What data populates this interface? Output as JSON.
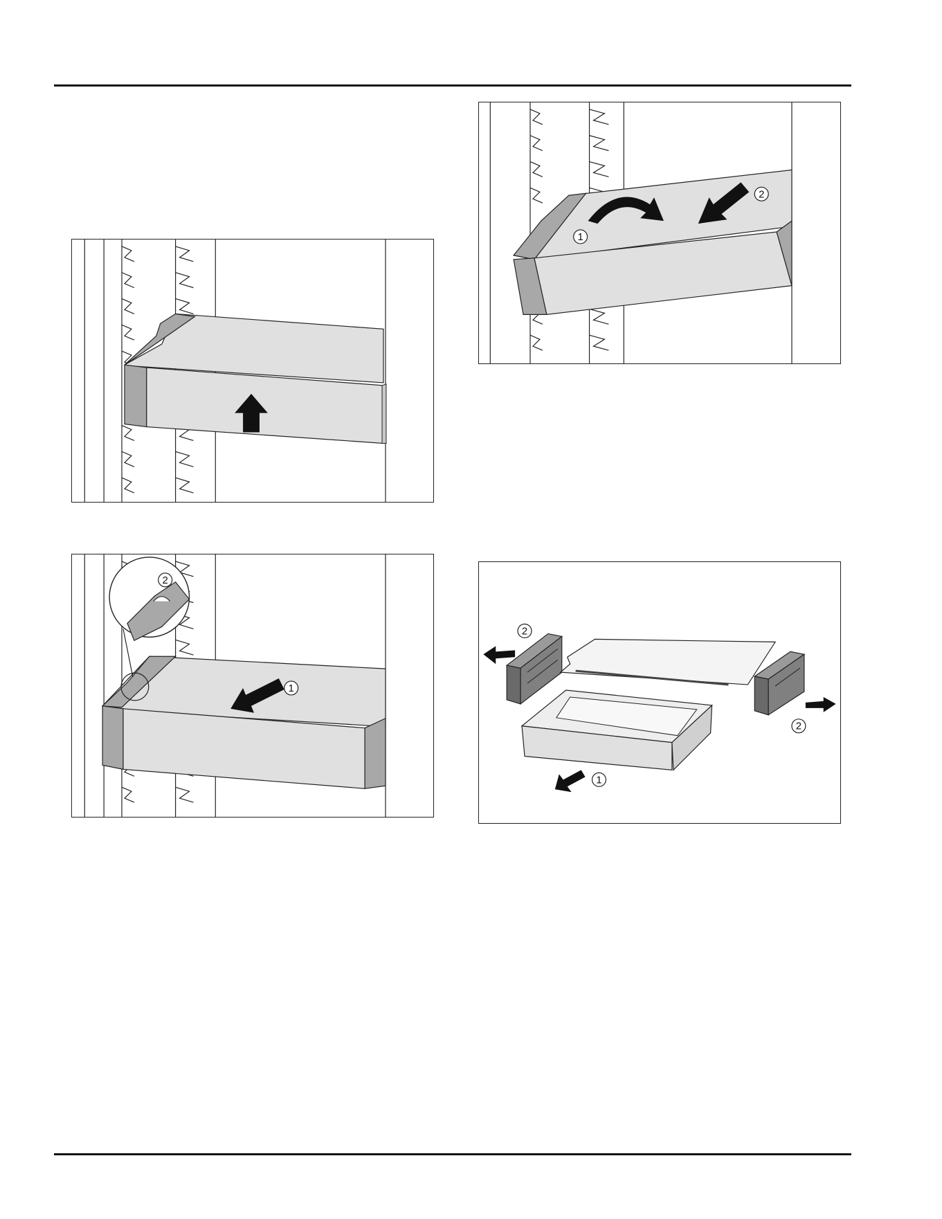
{
  "figures": {
    "fig1": {
      "callouts": []
    },
    "fig2": {
      "callouts": [
        "1",
        "2"
      ]
    },
    "fig3": {
      "callouts": [
        "2",
        "1"
      ]
    },
    "fig4": {
      "callouts": [
        "2",
        "2",
        "1"
      ]
    }
  },
  "colors": {
    "drawer_face": "#e0e0e0",
    "drawer_side": "#a8a8a8",
    "rail_dark": "#6a6a6a",
    "arrow": "#111111"
  }
}
